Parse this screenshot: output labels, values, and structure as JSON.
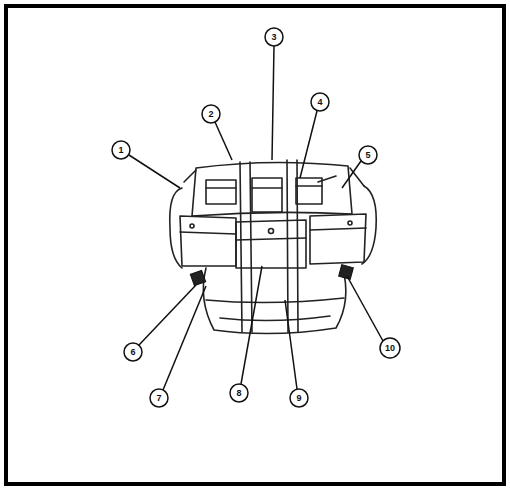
{
  "diagram": {
    "labels": [
      "1",
      "2",
      "3",
      "4",
      "5",
      "6",
      "7",
      "8",
      "9",
      "10"
    ]
  }
}
